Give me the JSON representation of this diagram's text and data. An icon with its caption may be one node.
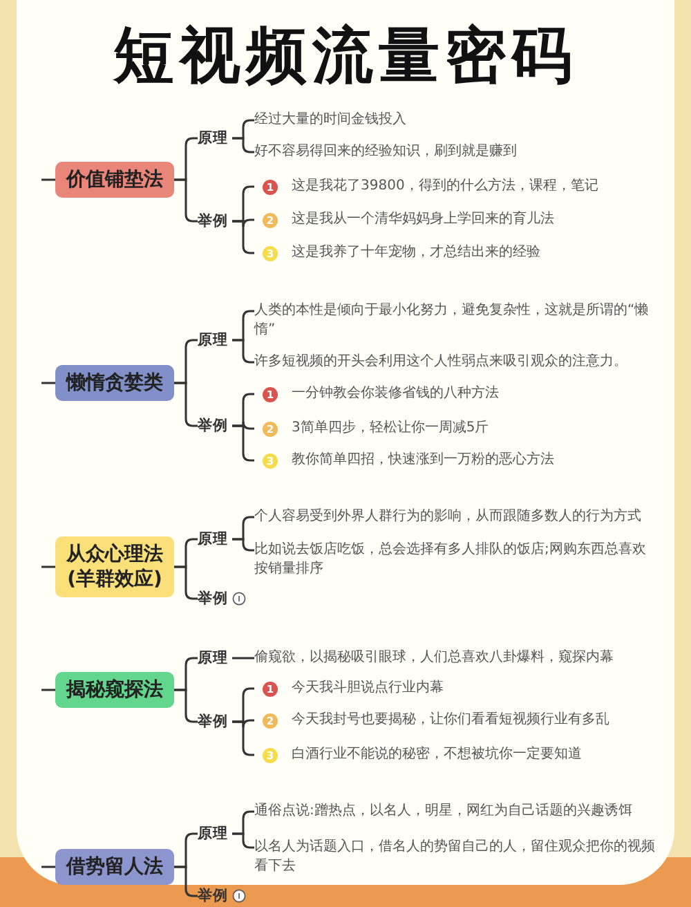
{
  "diagram": {
    "title": "短视频流量密码",
    "nodes": [
      {
        "text": [
          "价值铺垫法"
        ]
      },
      {
        "text": [
          "原理"
        ]
      },
      {
        "text": [
          "经过大量的时间金钱投入"
        ]
      },
      {
        "text": [
          "好不容易得回来的经验知识，刷到就是赚到"
        ]
      },
      {
        "text": [
          "举例"
        ]
      },
      {
        "text": [
          "1",
          "这是我花了39800，得到的什么方法，课程，笔记"
        ]
      },
      {
        "text": [
          "2",
          "这是我从一个清华妈妈身上学回来的育儿法"
        ]
      },
      {
        "text": [
          "3",
          "这是我养了十年宠物，才总结出来的经验"
        ]
      },
      {
        "text": [
          "懒惰贪婪类"
        ]
      },
      {
        "text": [
          "原理"
        ]
      },
      {
        "text": [
          "人类的本性是倾向于最小化努力，避免复杂性，这就是所谓的“懒惰”"
        ]
      },
      {
        "text": [
          "许多短视频的开头会利用这个人性弱点来吸引观众的注意力。"
        ]
      },
      {
        "text": [
          "举例"
        ]
      },
      {
        "text": [
          "1",
          "一分钟教会你装修省钱的八种方法"
        ]
      },
      {
        "text": [
          "2",
          "3简单四步，轻松让你一周减5斤"
        ]
      },
      {
        "text": [
          "3",
          "教你简单四招，快速涨到一万粉的恶心方法"
        ]
      },
      {
        "text": [
          "从众心理法 (羊群效应)"
        ]
      },
      {
        "text": [
          "原理"
        ]
      },
      {
        "text": [
          "个人容易受到外界人群行为的影响，从而跟随多数人的行为方式"
        ]
      },
      {
        "text": [
          "比如说去饭店吃饭，总会选择有多人排队的饭店;网购东西总喜欢按销量排序"
        ]
      },
      {
        "text": [
          "举例"
        ]
      },
      {
        "text": [
          "揭秘窥探法"
        ]
      },
      {
        "text": [
          "原理"
        ]
      },
      {
        "text": [
          "偷窥欲，以揭秘吸引眼球，人们总喜欢八卦爆料，窥探内幕"
        ]
      },
      {
        "text": [
          "举例"
        ]
      },
      {
        "text": [
          "1",
          "今天我斗胆说点行业内幕"
        ]
      },
      {
        "text": [
          "2",
          "今天我封号也要揭秘，让你们看看短视频行业有多乱"
        ]
      },
      {
        "text": [
          "3",
          "白酒行业不能说的秘密，不想被坑你一定要知道"
        ]
      },
      {
        "text": [
          "借势留人法"
        ]
      },
      {
        "text": [
          "原理"
        ]
      },
      {
        "text": [
          "通俗点说:蹭热点，以名人，明星，网红为自己话题的兴趣诱饵"
        ]
      },
      {
        "text": [
          "以名人为话题入口，借名人的势留自己的人，留住观众把你的视频看下去"
        ]
      },
      {
        "text": [
          "举例"
        ]
      }
    ],
    "edges": [
      {
        "from": null,
        "to": 0,
        "arrow": "none"
      },
      {
        "from": 0,
        "to": 1,
        "arrow": "none"
      },
      {
        "from": 1,
        "to": 2,
        "arrow": "none"
      },
      {
        "from": 1,
        "to": 3,
        "arrow": "none"
      },
      {
        "from": 0,
        "to": 4,
        "arrow": "none"
      },
      {
        "from": 4,
        "to": 5,
        "arrow": "none"
      },
      {
        "from": 4,
        "to": 6,
        "arrow": "none"
      },
      {
        "from": 4,
        "to": 7,
        "arrow": "none"
      },
      {
        "from": null,
        "to": 8,
        "arrow": "none"
      },
      {
        "from": 8,
        "to": 9,
        "arrow": "none"
      },
      {
        "from": 9,
        "to": 10,
        "arrow": "none"
      },
      {
        "from": 9,
        "to": 11,
        "arrow": "none"
      },
      {
        "from": 8,
        "to": 12,
        "arrow": "none"
      },
      {
        "from": 12,
        "to": 13,
        "arrow": "none"
      },
      {
        "from": 12,
        "to": 14,
        "arrow": "none"
      },
      {
        "from": 12,
        "to": 15,
        "arrow": "none"
      },
      {
        "from": null,
        "to": 16,
        "arrow": "none"
      },
      {
        "from": 16,
        "to": 17,
        "arrow": "none"
      },
      {
        "from": 17,
        "to": 18,
        "arrow": "none"
      },
      {
        "from": 17,
        "to": 19,
        "arrow": "none"
      },
      {
        "from": 16,
        "to": 20,
        "arrow": "none"
      },
      {
        "from": null,
        "to": 21,
        "arrow": "none"
      },
      {
        "from": 21,
        "to": 22,
        "arrow": "none"
      },
      {
        "from": 22,
        "to": 23,
        "arrow": "none"
      },
      {
        "from": 21,
        "to": 24,
        "arrow": "none"
      },
      {
        "from": 24,
        "to": 25,
        "arrow": "none"
      },
      {
        "from": 24,
        "to": 26,
        "arrow": "none"
      },
      {
        "from": 24,
        "to": 27,
        "arrow": "none"
      },
      {
        "from": null,
        "to": 28,
        "arrow": "none"
      },
      {
        "from": 28,
        "to": 29,
        "arrow": "none"
      },
      {
        "from": 29,
        "to": 30,
        "arrow": "none"
      },
      {
        "from": 29,
        "to": 31,
        "arrow": "none"
      },
      {
        "from": 28,
        "to": 32,
        "arrow": "none"
      }
    ]
  }
}
